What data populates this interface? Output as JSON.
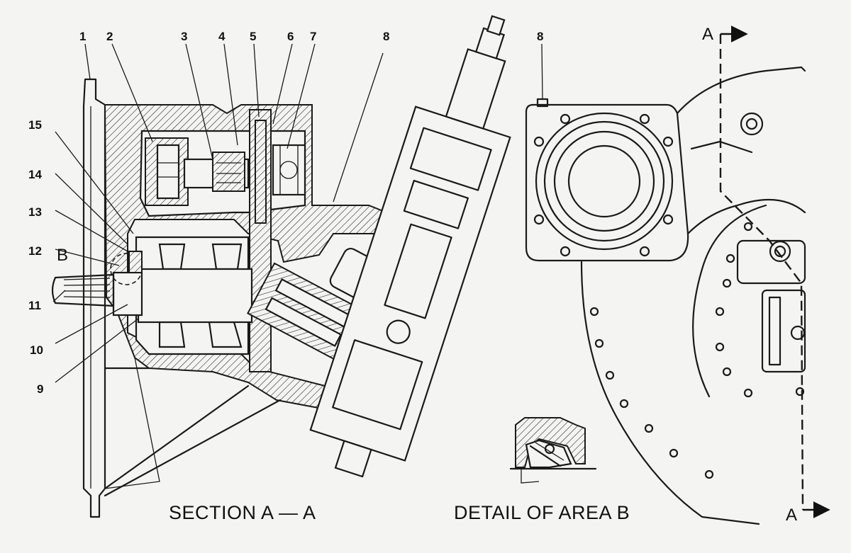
{
  "callouts": [
    {
      "id": "1",
      "text": "1"
    },
    {
      "id": "2",
      "text": "2"
    },
    {
      "id": "3",
      "text": "3"
    },
    {
      "id": "4",
      "text": "4"
    },
    {
      "id": "5",
      "text": "5"
    },
    {
      "id": "6",
      "text": "6"
    },
    {
      "id": "7",
      "text": "7"
    },
    {
      "id": "8a",
      "text": "8"
    },
    {
      "id": "8b",
      "text": "8"
    },
    {
      "id": "9",
      "text": "9"
    },
    {
      "id": "10",
      "text": "10"
    },
    {
      "id": "11",
      "text": "11"
    },
    {
      "id": "12",
      "text": "12"
    },
    {
      "id": "13",
      "text": "13"
    },
    {
      "id": "14",
      "text": "14"
    },
    {
      "id": "15",
      "text": "15"
    }
  ],
  "labels": {
    "area_marker": "B",
    "section_top": "A",
    "section_bottom": "A"
  },
  "captions": {
    "section": "SECTION A — A",
    "detail": "DETAIL OF AREA B"
  }
}
